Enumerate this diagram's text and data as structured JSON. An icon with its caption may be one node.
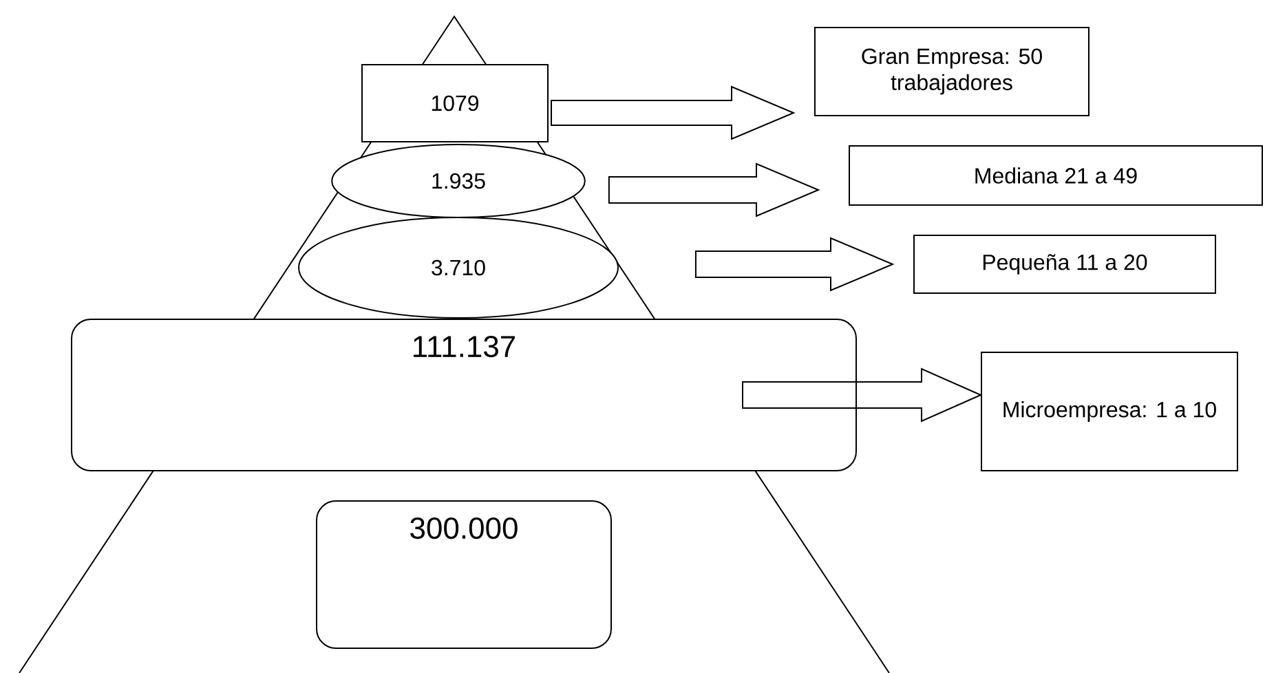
{
  "diagram": {
    "nodes": [
      {
        "text": [
          "1079"
        ]
      },
      {
        "text": [
          "1.935"
        ]
      },
      {
        "text": [
          "3.710"
        ]
      },
      {
        "text": [
          "111.137"
        ]
      },
      {
        "text": [
          "300.000"
        ]
      },
      {
        "text": [
          "Gran Empresa: 50 trabajadores"
        ]
      },
      {
        "text": [
          "Mediana 21 a 49"
        ]
      },
      {
        "text": [
          "Pequeña 11 a 20"
        ]
      },
      {
        "text": [
          "Microempresa: 1 a 10"
        ]
      }
    ],
    "edges": [
      {
        "from": 0,
        "to": 5,
        "arrow": "to"
      },
      {
        "from": 1,
        "to": 6,
        "arrow": "to"
      },
      {
        "from": 2,
        "to": 7,
        "arrow": "to"
      },
      {
        "from": 3,
        "to": 8,
        "arrow": "to"
      }
    ]
  }
}
